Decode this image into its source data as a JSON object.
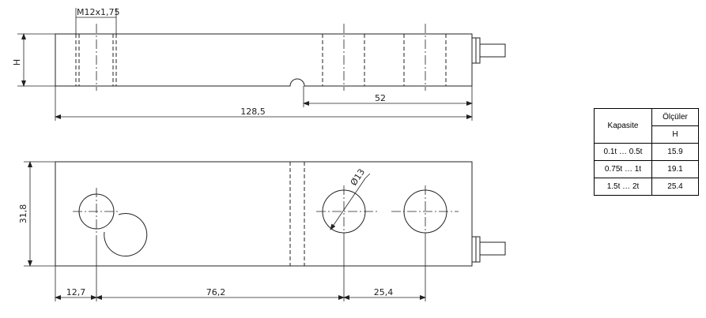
{
  "drawing": {
    "side_view": {
      "thread_label": "M12x1,75",
      "height_label": "H",
      "dim_52": "52",
      "dim_length": "128,5"
    },
    "top_view": {
      "dim_width": "31,8",
      "dim_diameter": "Ø13",
      "dim_12_7": "12,7",
      "dim_76_2": "76,2",
      "dim_25_4": "25,4"
    }
  },
  "table": {
    "header_capacity": "Kapasite",
    "header_dimensions": "Ölçüler",
    "header_h": "H",
    "rows": [
      {
        "capacity": "0.1t … 0.5t",
        "h": "15.9"
      },
      {
        "capacity": "0.75t … 1t",
        "h": "19.1"
      },
      {
        "capacity": "1.5t … 2t",
        "h": "25.4"
      }
    ]
  }
}
